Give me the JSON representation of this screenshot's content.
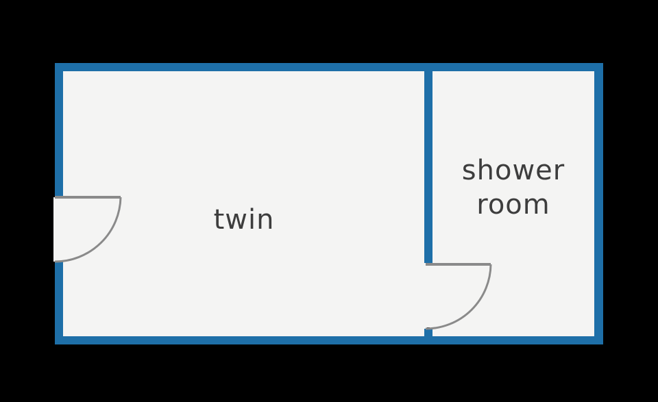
{
  "colors": {
    "background": "#000000",
    "wall": "#1e6fa8",
    "floor": "#f4f4f3",
    "door": "#8a8a8a",
    "label": "#3d3d3d"
  },
  "rooms": {
    "twin": {
      "label": "twin"
    },
    "shower_room": {
      "label_line1": "shower",
      "label_line2": "room"
    }
  }
}
